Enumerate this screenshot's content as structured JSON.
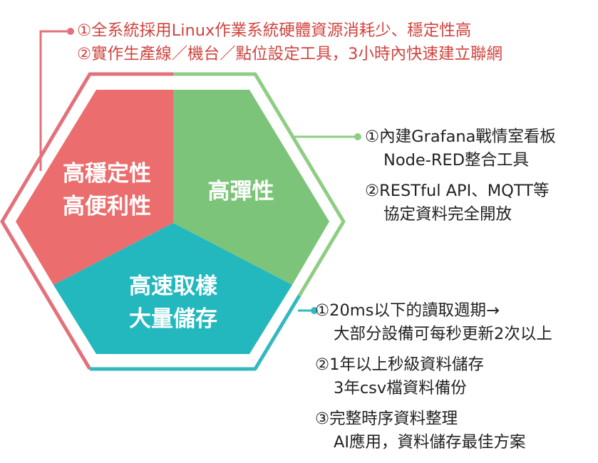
{
  "colors": {
    "red": "#ec6d6d",
    "green": "#7cc47a",
    "teal": "#22b8be",
    "red_line": "#e4707a",
    "green_line": "#8fcd84",
    "teal_line": "#34b8bf",
    "note_red": "#d0443f",
    "note_black": "#222222"
  },
  "segments": {
    "red": {
      "line1": "高穩定性",
      "line2": "高便利性"
    },
    "green": {
      "line1": "高彈性"
    },
    "teal": {
      "line1": "高速取樣",
      "line2": "大量儲存"
    }
  },
  "notes": {
    "top": {
      "item1": "①全系統採用Linux作業系統硬體資源消耗少、穩定性高",
      "item2": "②實作生產線／機台／點位設定工具，3小時內快速建立聯網"
    },
    "middle": {
      "item1_line1": "①內建Grafana戰情室看板",
      "item1_line2": "Node-RED整合工具",
      "item2_line1": "②RESTful API、MQTT等",
      "item2_line2": "協定資料完全開放"
    },
    "bottom": {
      "item1_line1": "①20ms以下的讀取週期→",
      "item1_line2": "大部分設備可每秒更新2次以上",
      "item2_line1": "②1年以上秒級資料儲存",
      "item2_line2": "3年csv檔資料備份",
      "item3_line1": "③完整時序資料整理",
      "item3_line2": "AI應用，資料儲存最佳方案"
    }
  }
}
